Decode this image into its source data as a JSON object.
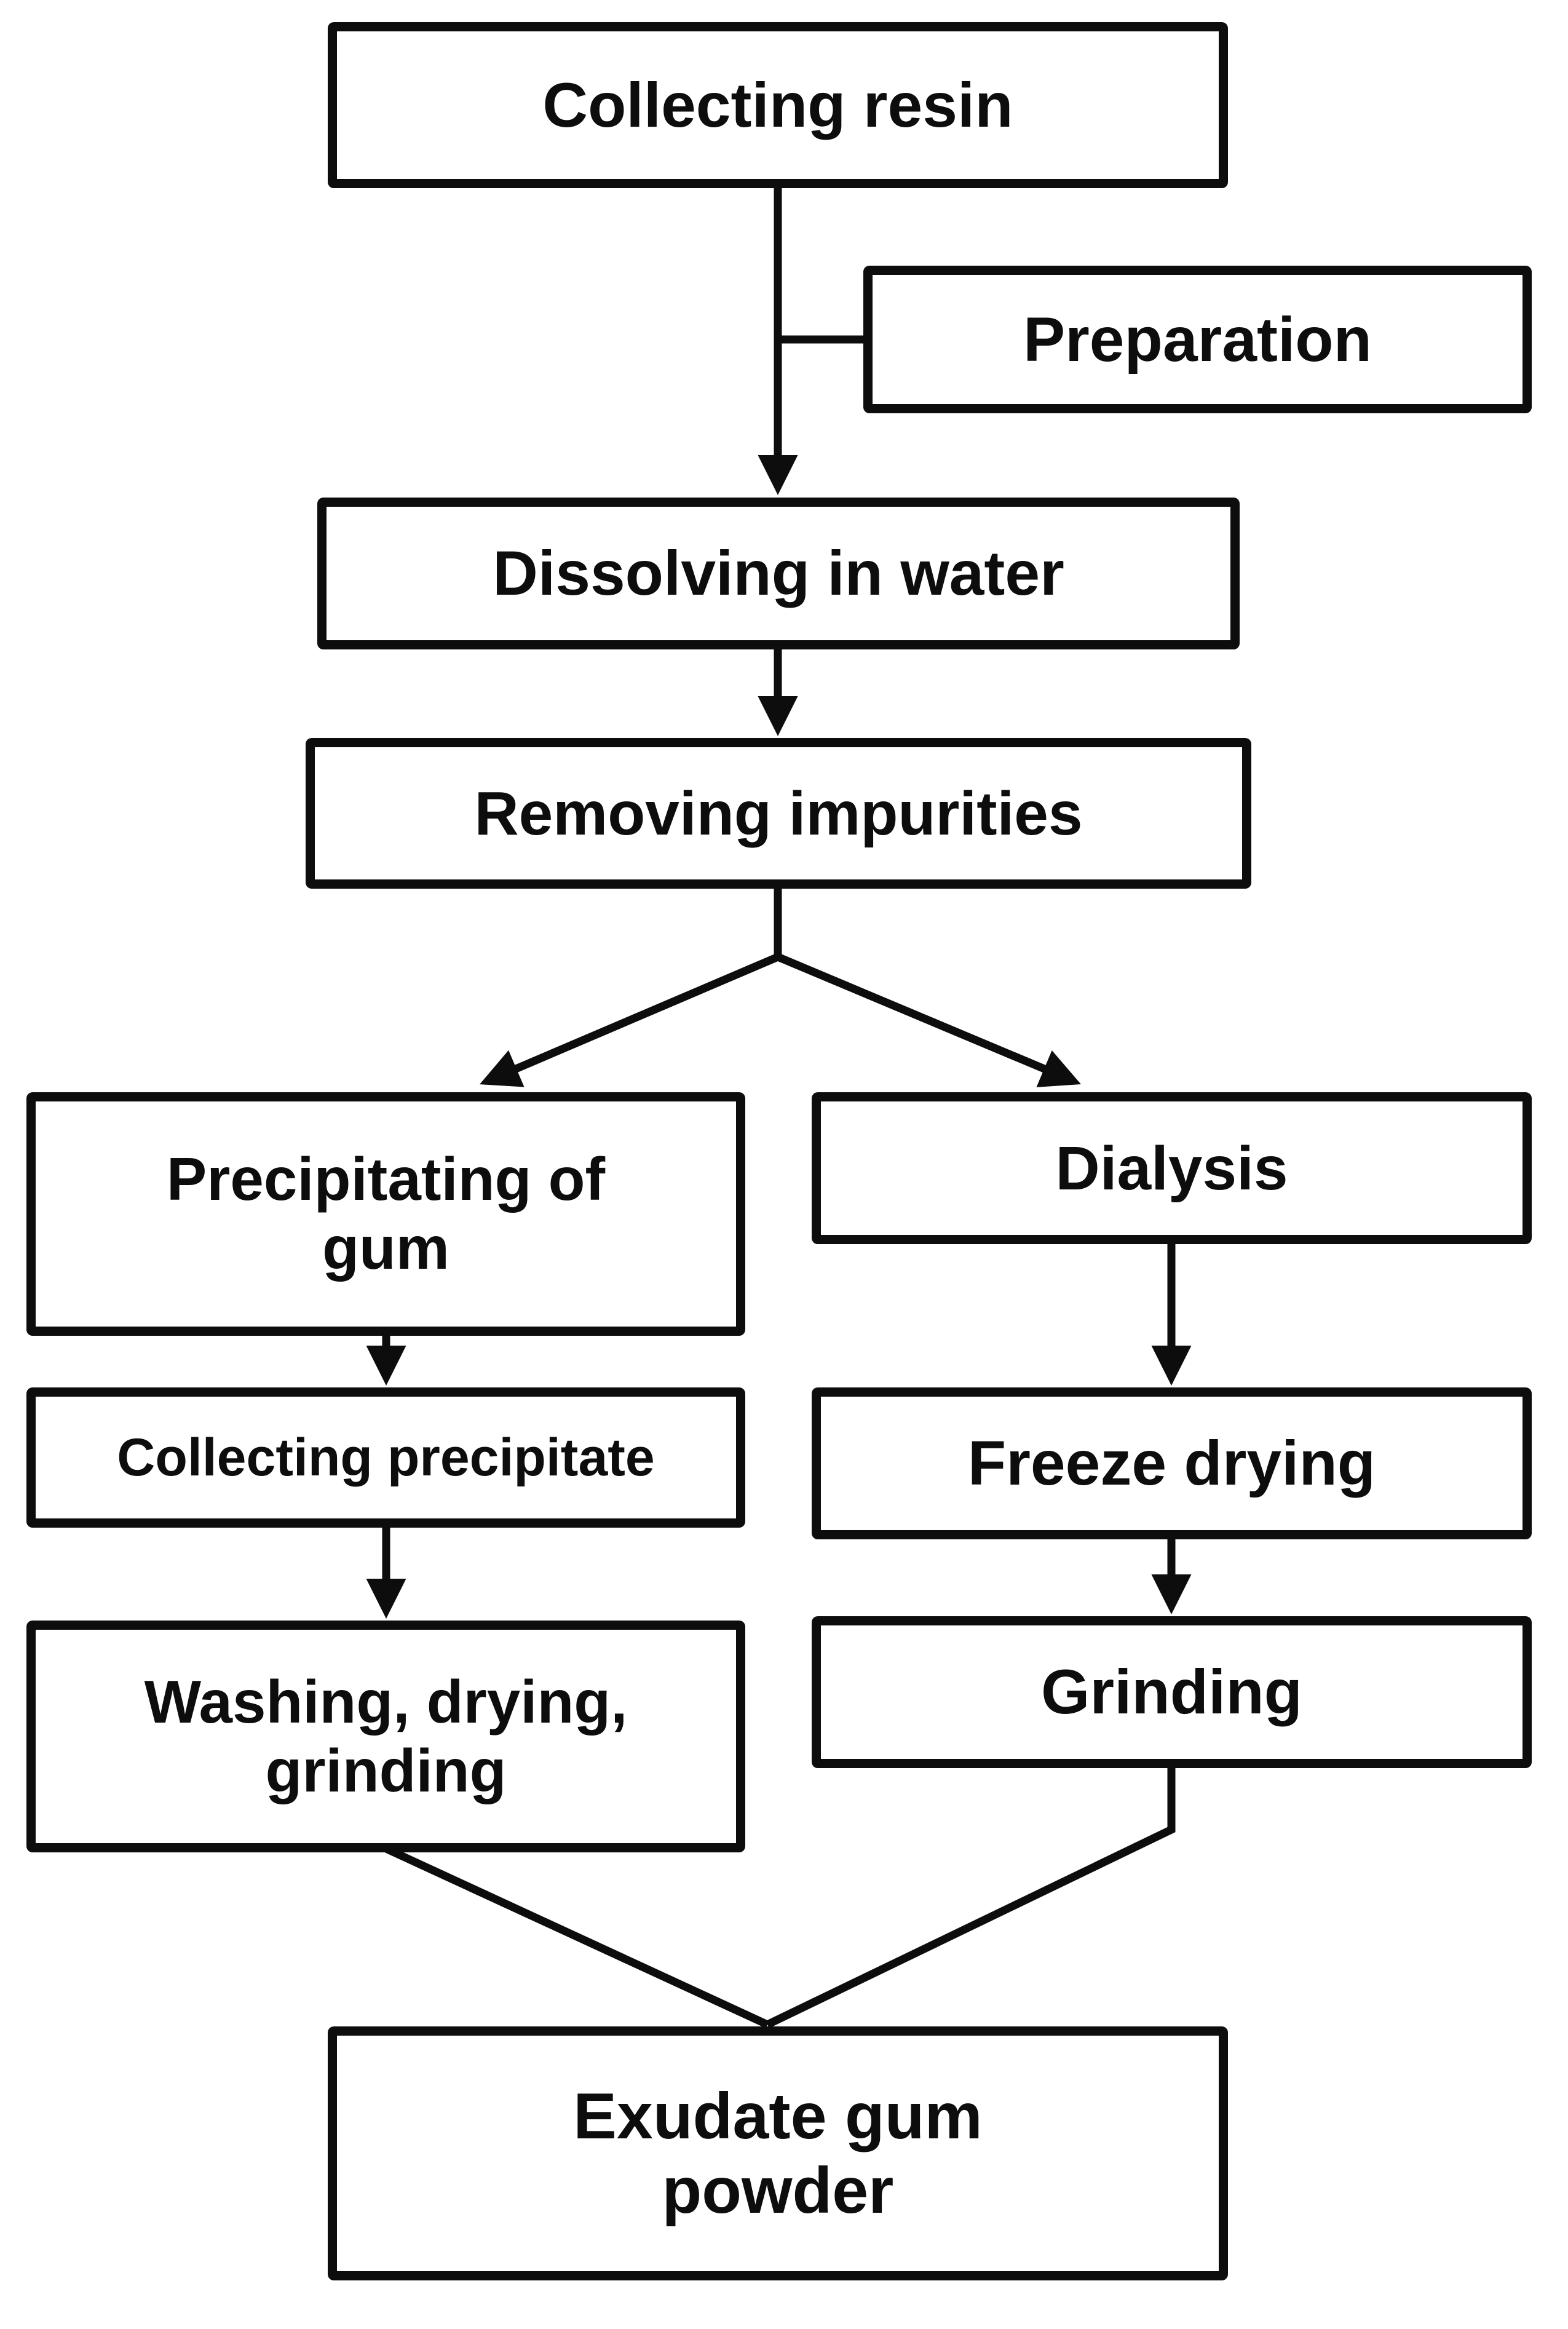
{
  "diagram": {
    "title": "Exudate gum powder preparation flowchart",
    "colors": {
      "background": "#ffffff",
      "box_border": "#0d0d0d",
      "line": "#0d0d0d",
      "text": "#0d0d0d"
    },
    "nodes": {
      "collecting_resin": {
        "label": "Collecting resin"
      },
      "preparation": {
        "label": "Preparation"
      },
      "dissolving_in_water": {
        "label": "Dissolving in water"
      },
      "removing_impurities": {
        "label": "Removing impurities"
      },
      "precipitating_of_gum": {
        "label": "Precipitating of gum"
      },
      "dialysis": {
        "label": "Dialysis"
      },
      "collecting_precipitate": {
        "label": "Collecting precipitate"
      },
      "washing_drying_grinding": {
        "label": "Washing, drying, grinding"
      },
      "freeze_drying": {
        "label": "Freeze drying"
      },
      "grinding": {
        "label": "Grinding"
      },
      "exudate_gum_powder": {
        "label": "Exudate gum powder"
      }
    },
    "edges": [
      {
        "from": "collecting_resin",
        "to": "dissolving_in_water"
      },
      {
        "from": "preparation",
        "to": "dissolving_in_water",
        "type": "side-merge"
      },
      {
        "from": "dissolving_in_water",
        "to": "removing_impurities"
      },
      {
        "from": "removing_impurities",
        "to": "precipitating_of_gum"
      },
      {
        "from": "removing_impurities",
        "to": "dialysis"
      },
      {
        "from": "precipitating_of_gum",
        "to": "collecting_precipitate"
      },
      {
        "from": "collecting_precipitate",
        "to": "washing_drying_grinding"
      },
      {
        "from": "dialysis",
        "to": "freeze_drying"
      },
      {
        "from": "freeze_drying",
        "to": "grinding"
      },
      {
        "from": "washing_drying_grinding",
        "to": "exudate_gum_powder"
      },
      {
        "from": "grinding",
        "to": "exudate_gum_powder"
      }
    ]
  }
}
